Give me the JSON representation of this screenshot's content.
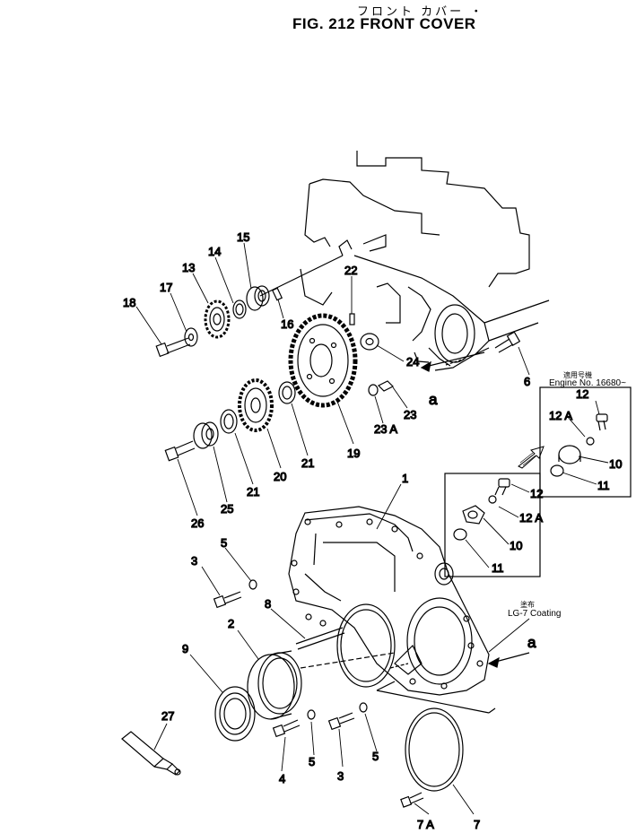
{
  "title_japanese": "フロント カバー ・",
  "title": "FIG. 212  FRONT COVER",
  "notes": {
    "serial_jp": "適用号機",
    "serial": "Engine No. 16680~",
    "coating_jp": "塗布",
    "coating": "LG-7 Coating"
  },
  "view_marker": "a",
  "parts": [
    {
      "label": "1"
    },
    {
      "label": "2"
    },
    {
      "label": "3"
    },
    {
      "label": "3"
    },
    {
      "label": "4"
    },
    {
      "label": "5"
    },
    {
      "label": "5"
    },
    {
      "label": "5"
    },
    {
      "label": "6"
    },
    {
      "label": "7"
    },
    {
      "label": "7 A"
    },
    {
      "label": "8"
    },
    {
      "label": "9"
    },
    {
      "label": "10"
    },
    {
      "label": "10"
    },
    {
      "label": "11"
    },
    {
      "label": "11"
    },
    {
      "label": "12"
    },
    {
      "label": "12"
    },
    {
      "label": "12 A"
    },
    {
      "label": "12 A"
    },
    {
      "label": "13"
    },
    {
      "label": "14"
    },
    {
      "label": "15"
    },
    {
      "label": "16"
    },
    {
      "label": "17"
    },
    {
      "label": "18"
    },
    {
      "label": "19"
    },
    {
      "label": "20"
    },
    {
      "label": "21"
    },
    {
      "label": "21"
    },
    {
      "label": "22"
    },
    {
      "label": "23"
    },
    {
      "label": "23 A"
    },
    {
      "label": "24"
    },
    {
      "label": "25"
    },
    {
      "label": "26"
    },
    {
      "label": "27"
    }
  ]
}
